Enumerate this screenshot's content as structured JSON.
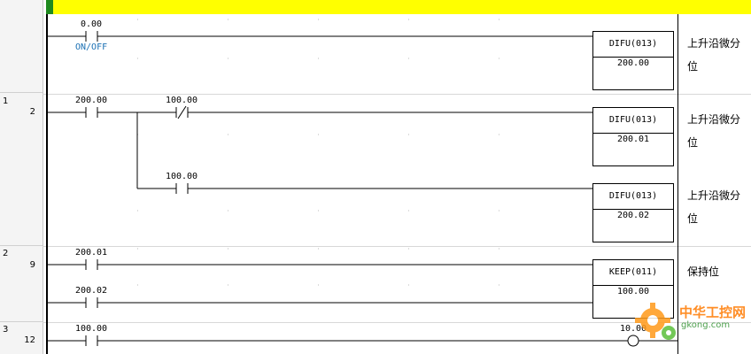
{
  "rungs": [
    {
      "rung": "",
      "step": ""
    },
    {
      "rung": "1",
      "step": "2"
    },
    {
      "rung": "2",
      "step": "9"
    },
    {
      "rung": "3",
      "step": "12"
    }
  ],
  "contacts": [
    {
      "addr": "0.00",
      "comment": "ON/OFF"
    },
    {
      "addr": "200.00"
    },
    {
      "addr": "100.00"
    },
    {
      "addr": "100.00"
    },
    {
      "addr": "200.01"
    },
    {
      "addr": "200.02"
    },
    {
      "addr": "100.00"
    }
  ],
  "instructions": [
    {
      "name": "DIFU(013)",
      "operand": "200.00",
      "comment": "上升沿微分位"
    },
    {
      "name": "DIFU(013)",
      "operand": "200.01",
      "comment": "上升沿微分位"
    },
    {
      "name": "DIFU(013)",
      "operand": "200.02",
      "comment": "上升沿微分位"
    },
    {
      "name": "KEEP(011)",
      "operand": "100.00",
      "comment": "保持位"
    }
  ],
  "outputs": [
    {
      "addr": "10.00"
    }
  ],
  "watermark": {
    "name": "中华工控网",
    "url": "gkong.com"
  },
  "colors": {
    "topbar": "#ffff00",
    "topbar_marker": "#1f8a1f",
    "comment_text": "#1a6fb3"
  }
}
